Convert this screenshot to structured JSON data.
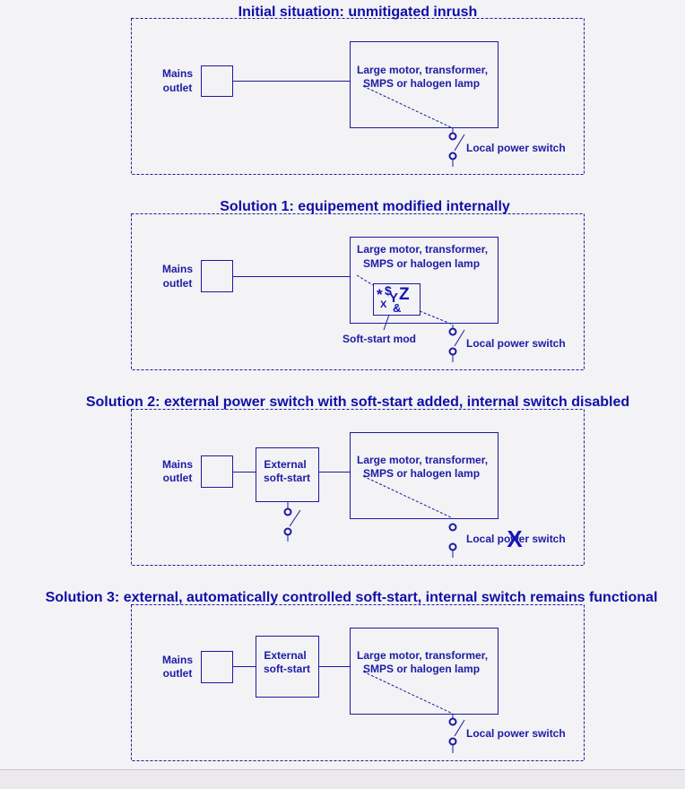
{
  "colors": {
    "ink": "#1a1aa0",
    "background": "#f3f2f4"
  },
  "panels": [
    {
      "title": "Initial situation: unmitigated inrush",
      "mains_label": [
        "Mains",
        "outlet"
      ],
      "load_label": [
        "Large motor, transformer,",
        "SMPS or halogen lamp"
      ],
      "switch_label": "Local power switch"
    },
    {
      "title": "Solution 1: equipement modified internally",
      "mains_label": [
        "Mains",
        "outlet"
      ],
      "load_label": [
        "Large motor, transformer,",
        "SMPS or halogen lamp"
      ],
      "switch_label": "Local power switch",
      "softstart_mod_label": "Soft-start mod",
      "mod_symbols": [
        "*",
        "$",
        "Y",
        "Z",
        "X",
        "&"
      ]
    },
    {
      "title": "Solution 2: external power switch with soft-start added, internal switch disabled",
      "mains_label": [
        "Mains",
        "outlet"
      ],
      "softstart_label": [
        "External",
        "soft-start"
      ],
      "load_label": [
        "Large motor, transformer,",
        "SMPS or halogen lamp"
      ],
      "switch_label": "Local power switch",
      "disabled_mark": "X"
    },
    {
      "title": "Solution 3: external, automatically controlled soft-start, internal switch remains functional",
      "mains_label": [
        "Mains",
        "outlet"
      ],
      "softstart_label": [
        "External",
        "soft-start"
      ],
      "load_label": [
        "Large motor, transformer,",
        "SMPS or halogen lamp"
      ],
      "switch_label": "Local power switch"
    }
  ]
}
